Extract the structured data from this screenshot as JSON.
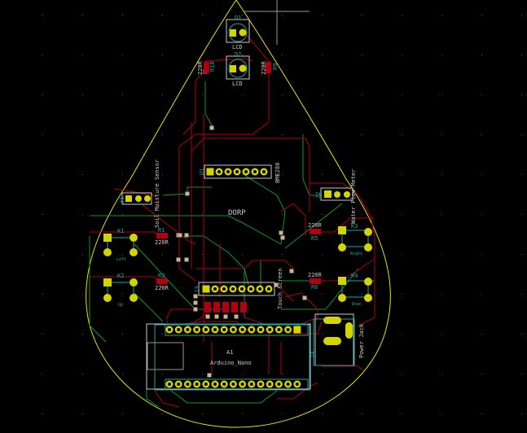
{
  "colors": {
    "background": "#000000",
    "edge_cuts": "#e6e600",
    "front_copper": "#b00010",
    "back_copper": "#0a9a2a",
    "silkscreen": "#c8c8c8",
    "courtyard": "#1fa3a3",
    "pad": "#d4d400",
    "via": "#c8b890"
  },
  "board": {
    "center_text": "DORP"
  },
  "components": {
    "d1": {
      "ref": "D1",
      "value": "LCD"
    },
    "d2": {
      "ref": "D2",
      "value": "LCD"
    },
    "r10": {
      "ref": "R10",
      "value": "220R"
    },
    "r9": {
      "ref": "R9",
      "value": "220R"
    },
    "u1": {
      "ref": "U1",
      "value": "BME280"
    },
    "j1": {
      "ref": "J1",
      "value": "Soil Moisture Sensor"
    },
    "j2": {
      "ref": "J2",
      "value": "Water Flow Meter"
    },
    "r1": {
      "ref": "R1",
      "value": "220R"
    },
    "r2": {
      "ref": "R2",
      "value": "220R"
    },
    "k1": {
      "ref": "K1",
      "value": "Left"
    },
    "k2": {
      "ref": "K2",
      "value": "Up"
    },
    "k3": {
      "ref": "K3",
      "value": "Right"
    },
    "k4": {
      "ref": "K4",
      "value": "Down"
    },
    "r5": {
      "ref": "R5",
      "value": "220R"
    },
    "r6": {
      "ref": "R6",
      "value": "220R"
    },
    "j3": {
      "ref": "J3",
      "value": "Touch Screen"
    },
    "j4": {
      "ref": "J4",
      "value": "Power Jack"
    },
    "a1": {
      "ref": "A1",
      "value": "Arduino_Nano"
    }
  }
}
